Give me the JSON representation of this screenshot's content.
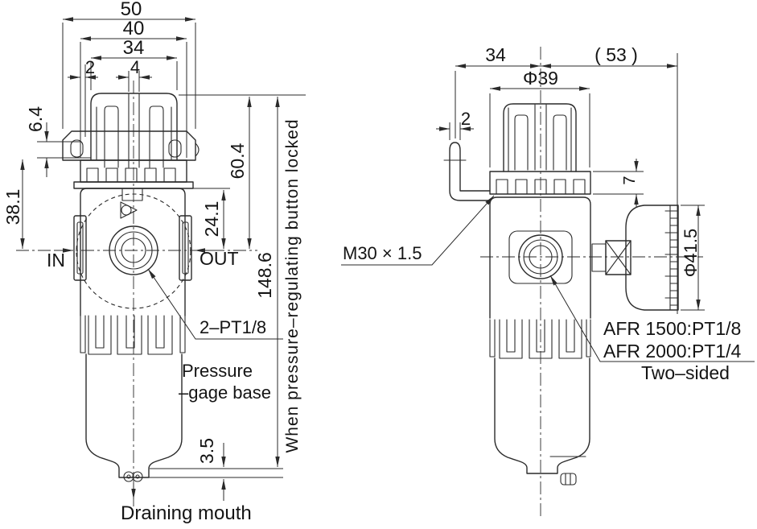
{
  "colors": {
    "line": "#2a2a2a",
    "text": "#141414",
    "background": "#ffffff"
  },
  "front_view": {
    "dimensions": {
      "width_overall": "50",
      "width_ring": "40",
      "width_knob": "34",
      "wall_thickness": "2",
      "slot_width": "4",
      "tab_height": "6.4",
      "tab_to_center": "38.1",
      "body_top_to_center": "24.1",
      "knob_top_to_center": "60.4",
      "total_height": "148.6",
      "drain_offset": "3.5"
    },
    "labels": {
      "inlet": "IN",
      "outlet": "OUT",
      "port_spec": "2–PT1/8",
      "gauge_line1": "Pressure",
      "gauge_line2": "–gage base",
      "height_note": "When pressure–regulating button locked",
      "drain": "Draining mouth"
    }
  },
  "side_view": {
    "dimensions": {
      "bracket_to_center": "34",
      "center_to_gauge": "( 53 )",
      "knob_diameter": "Φ39",
      "bracket_thickness": "2",
      "ring_height": "7",
      "gauge_diameter": "Φ41.5"
    },
    "labels": {
      "thread_spec": "M30 × 1.5",
      "port_spec_afr1500": "AFR 1500:PT1/8",
      "port_spec_afr2000": "AFR 2000:PT1/4",
      "port_note": "Two–sided"
    }
  }
}
